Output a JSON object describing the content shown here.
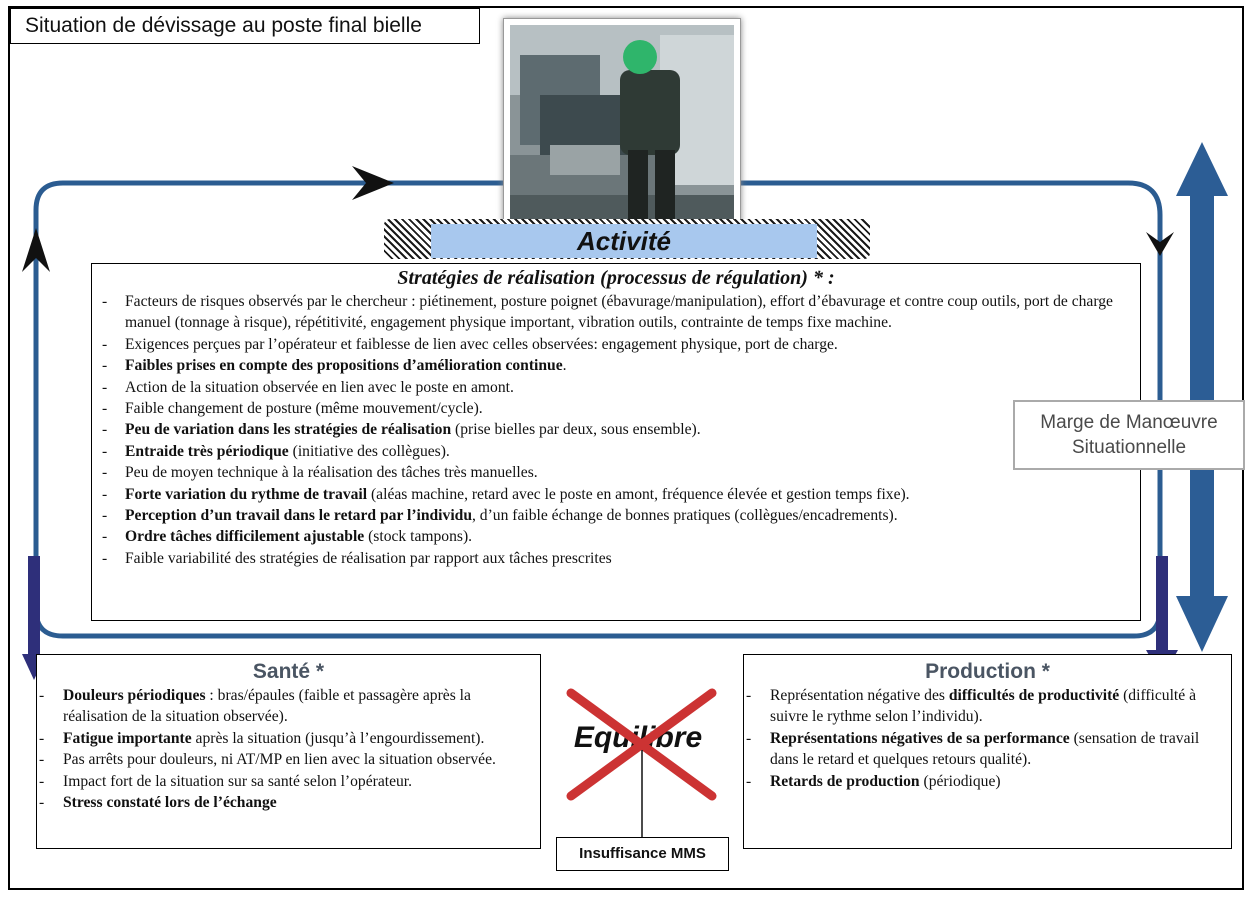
{
  "title": "Situation de dévissage au poste final bielle",
  "activity_label": "Activité",
  "mms_label_lines": [
    "Marge de Manœuvre",
    "Situationnelle"
  ],
  "strategies": {
    "title": "Stratégies de réalisation (processus de régulation) * :",
    "items": [
      {
        "bold": "",
        "text": "Facteurs de risques observés par le chercheur : piétinement, posture poignet (ébavurage/manipulation), effort d’ébavurage et contre coup outils, port de charge manuel (tonnage à risque), répétitivité, engagement physique important, vibration outils, contrainte de temps fixe machine."
      },
      {
        "bold": "",
        "text": "Exigences perçues par l’opérateur et faiblesse de lien avec celles observées: engagement physique, port de charge."
      },
      {
        "bold": "Faibles prises en compte des propositions d’amélioration continue",
        "text": "."
      },
      {
        "bold": "",
        "text": "Action de la situation observée en lien avec le poste en amont."
      },
      {
        "bold": "",
        "text": "Faible changement de posture (même mouvement/cycle)."
      },
      {
        "bold": "Peu de variation dans les stratégies de réalisation",
        "text": " (prise bielles par deux, sous ensemble)."
      },
      {
        "bold": "Entraide très périodique",
        "text": " (initiative des collègues)."
      },
      {
        "bold": "",
        "text": "Peu de moyen technique à la réalisation des tâches très manuelles."
      },
      {
        "bold": "Forte variation du rythme de travail",
        "text": " (aléas machine, retard avec le poste en amont, fréquence élevée et gestion temps fixe)."
      },
      {
        "bold": "Perception d’un travail dans le retard par l’individu",
        "text": ", d’un faible échange de bonnes pratiques (collègues/encadrements)."
      },
      {
        "bold": "Ordre tâches difficilement ajustable",
        "text": " (stock tampons)."
      },
      {
        "bold": "",
        "text": "Faible variabilité des stratégies de réalisation par rapport aux tâches prescrites"
      }
    ]
  },
  "sante": {
    "title": "Santé *",
    "items": [
      {
        "bold": "Douleurs périodiques",
        "text": " : bras/épaules (faible et passagère après la réalisation de la situation observée)."
      },
      {
        "bold": "Fatigue importante",
        "text": " après la situation (jusqu’à l’engourdissement)."
      },
      {
        "bold": "",
        "text": "Pas arrêts pour douleurs, ni AT/MP en lien avec la situation observée."
      },
      {
        "bold": "",
        "text": "Impact fort de la situation sur sa santé selon l’opérateur."
      },
      {
        "bold": "Stress constaté lors de l’échange",
        "text": ""
      }
    ]
  },
  "production": {
    "title": "Production *",
    "items": [
      {
        "pre": "Représentation négative des ",
        "bold": "difficultés de productivité",
        "text": " (difficulté à suivre le rythme selon l’individu)."
      },
      {
        "pre": "",
        "bold": "Représentations négatives de sa performance",
        "text": " (sensation de travail dans le retard et quelques retours qualité)."
      },
      {
        "pre": "",
        "bold": "Retards de production",
        "text": " (périodique)"
      }
    ]
  },
  "equilibre": "Equilibre",
  "insuffisance": "Insuffisance MMS",
  "colors": {
    "loop": "#2b5c91",
    "arrow_down": "#2e2f7a",
    "mms_arrow": "#2c5d95",
    "cross": "#cc3333",
    "activity_bg": "#a8c8ee"
  }
}
